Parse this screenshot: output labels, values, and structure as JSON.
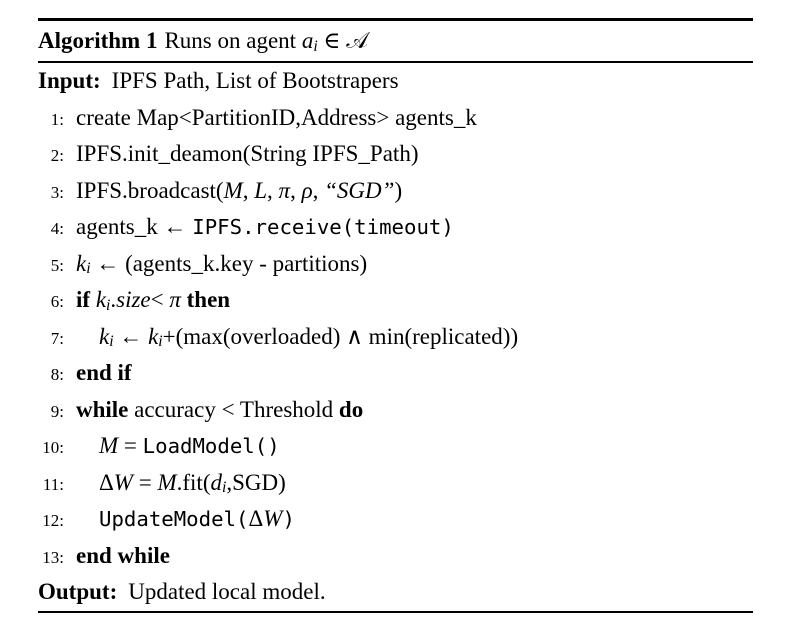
{
  "colors": {
    "background": "#ffffff",
    "text": "#000000",
    "rule": "#000000"
  },
  "header": {
    "label": "Algorithm 1",
    "title_segments": [
      {
        "t": "Runs on agent ",
        "s": "roman"
      },
      {
        "t": "a",
        "s": "italic"
      },
      {
        "t": "i",
        "s": "sub"
      },
      {
        "t": " ∈ ",
        "s": "roman"
      },
      {
        "t": "𝒜",
        "s": "script"
      }
    ]
  },
  "input": {
    "label": "Input:",
    "text": "IPFS Path, List of Bootstrapers"
  },
  "lines": [
    {
      "num": "1:",
      "indent": 0,
      "segments": [
        {
          "t": "create Map<PartitionID,Address> agents_k",
          "s": "roman"
        }
      ]
    },
    {
      "num": "2:",
      "indent": 0,
      "segments": [
        {
          "t": "IPFS.init_deamon(String IPFS_Path)",
          "s": "roman"
        }
      ]
    },
    {
      "num": "3:",
      "indent": 0,
      "segments": [
        {
          "t": "IPFS.broadcast(",
          "s": "roman"
        },
        {
          "t": "M",
          "s": "italic"
        },
        {
          "t": ", ",
          "s": "roman"
        },
        {
          "t": "L",
          "s": "italic"
        },
        {
          "t": ", ",
          "s": "roman"
        },
        {
          "t": "π",
          "s": "italic"
        },
        {
          "t": ", ",
          "s": "roman"
        },
        {
          "t": "ρ",
          "s": "italic"
        },
        {
          "t": ", ",
          "s": "roman"
        },
        {
          "t": "“SGD”",
          "s": "italic"
        },
        {
          "t": ")",
          "s": "roman"
        }
      ]
    },
    {
      "num": "4:",
      "indent": 0,
      "segments": [
        {
          "t": "agents_k ← ",
          "s": "roman"
        },
        {
          "t": "IPFS.receive(timeout)",
          "s": "mono"
        }
      ]
    },
    {
      "num": "5:",
      "indent": 0,
      "segments": [
        {
          "t": "k",
          "s": "italic"
        },
        {
          "t": "i",
          "s": "sub"
        },
        {
          "t": " ← (agents_k.key - partitions)",
          "s": "roman"
        }
      ]
    },
    {
      "num": "6:",
      "indent": 0,
      "segments": [
        {
          "t": "if ",
          "s": "bold"
        },
        {
          "t": "k",
          "s": "italic"
        },
        {
          "t": "i",
          "s": "sub"
        },
        {
          "t": ".",
          "s": "roman"
        },
        {
          "t": "size",
          "s": "italic"
        },
        {
          "t": "< ",
          "s": "roman"
        },
        {
          "t": "π ",
          "s": "italic"
        },
        {
          "t": "then",
          "s": "bold"
        }
      ]
    },
    {
      "num": "7:",
      "indent": 1,
      "segments": [
        {
          "t": "k",
          "s": "italic"
        },
        {
          "t": "i",
          "s": "sub"
        },
        {
          "t": " ← ",
          "s": "roman"
        },
        {
          "t": "k",
          "s": "italic"
        },
        {
          "t": "i",
          "s": "sub"
        },
        {
          "t": "+(max(overloaded) ∧ min(replicated))",
          "s": "roman"
        }
      ]
    },
    {
      "num": "8:",
      "indent": 0,
      "segments": [
        {
          "t": "end if",
          "s": "bold"
        }
      ]
    },
    {
      "num": "9:",
      "indent": 0,
      "segments": [
        {
          "t": "while ",
          "s": "bold"
        },
        {
          "t": "accuracy < Threshold ",
          "s": "roman"
        },
        {
          "t": "do",
          "s": "bold"
        }
      ]
    },
    {
      "num": "10:",
      "indent": 1,
      "segments": [
        {
          "t": "M",
          "s": "italic"
        },
        {
          "t": " = ",
          "s": "roman"
        },
        {
          "t": "LoadModel()",
          "s": "mono"
        }
      ]
    },
    {
      "num": "11:",
      "indent": 1,
      "segments": [
        {
          "t": "Δ",
          "s": "roman"
        },
        {
          "t": "W",
          "s": "italic"
        },
        {
          "t": " = ",
          "s": "roman"
        },
        {
          "t": "M",
          "s": "italic"
        },
        {
          "t": ".fit(",
          "s": "roman"
        },
        {
          "t": "d",
          "s": "italic"
        },
        {
          "t": "i",
          "s": "sub"
        },
        {
          "t": ",SGD)",
          "s": "roman"
        }
      ]
    },
    {
      "num": "12:",
      "indent": 1,
      "segments": [
        {
          "t": "UpdateModel(",
          "s": "mono"
        },
        {
          "t": "Δ",
          "s": "roman"
        },
        {
          "t": "W",
          "s": "italic"
        },
        {
          "t": ")",
          "s": "mono"
        }
      ]
    },
    {
      "num": "13:",
      "indent": 0,
      "segments": [
        {
          "t": "end while",
          "s": "bold"
        }
      ]
    }
  ],
  "output": {
    "label": "Output:",
    "text": "Updated local model."
  }
}
